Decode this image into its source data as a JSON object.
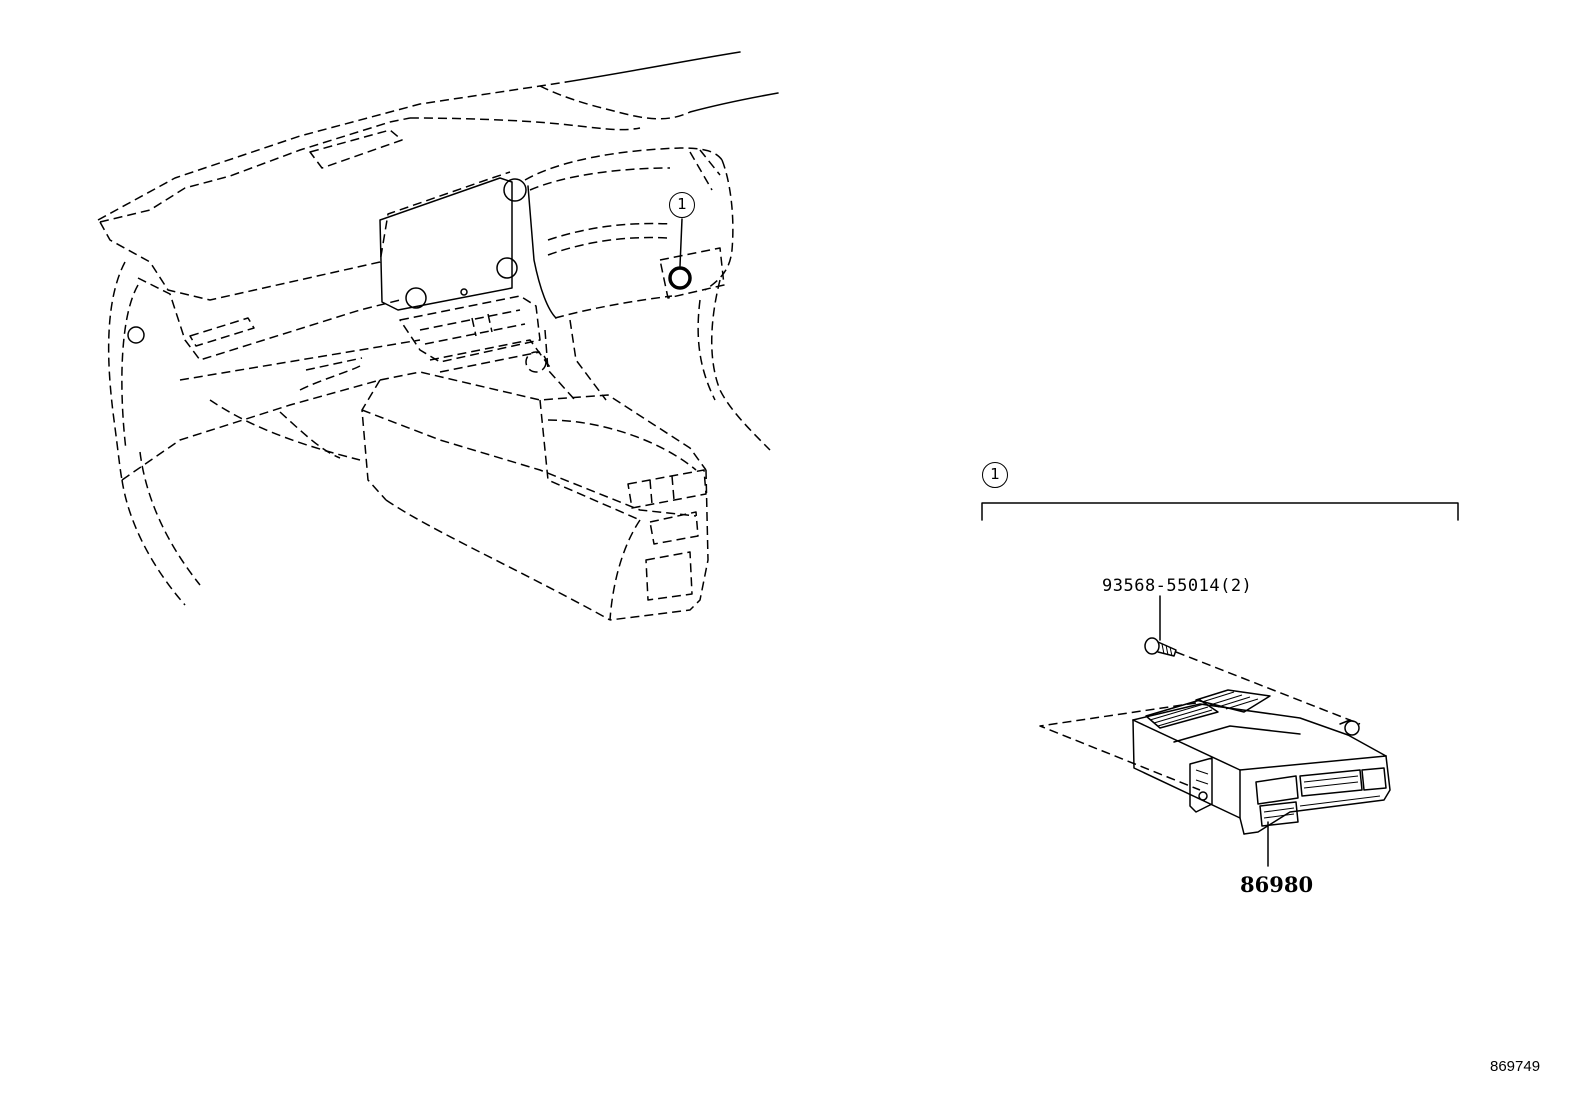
{
  "callouts": {
    "ref_on_dash": "1",
    "ref_on_detail": "1"
  },
  "parts": {
    "bolt": "93568-55014(2)",
    "module": "86980"
  },
  "illustration_number": "869749",
  "colors": {
    "ink": "#000000",
    "background": "#ffffff"
  }
}
